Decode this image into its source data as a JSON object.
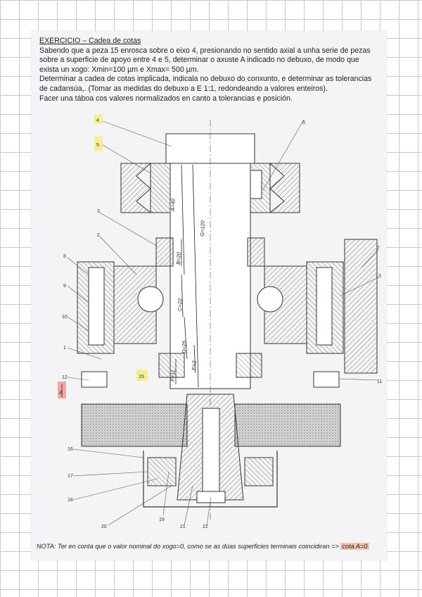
{
  "header": {
    "title": "EXERCICIO – Cadea de cotas",
    "lines": [
      "Sabendo que a peza 15 enrosca sobre o eixo 4, presionando no sentido axial a unha serie de pezas",
      "sobre a superficie de apoyo entre 4 e 5, determinar o axuste A indicado no debuxo, de modo que",
      "exista un xogo: Xmin=100 µm e Xmax= 500 µm.",
      "Determinar a cadea de cotas implicada, indicala no debuxo do conxunto, e determinar as tolerancias",
      "de cadansúa,. (Tomar as medidas do debuxo a E 1:1, redondeando a valores enteiros).",
      "Facer una táboa cos valores normalizados en canto a tolerancias e posición."
    ]
  },
  "drawing": {
    "part_labels": [
      "4",
      "5",
      "6",
      "3",
      "2",
      "8",
      "9",
      "10",
      "1",
      "12",
      "15",
      "16",
      "17",
      "18",
      "20",
      "19",
      "21",
      "22",
      "7",
      "13",
      "11"
    ],
    "highlighted_labels": [
      "4",
      "5",
      "15"
    ],
    "dimension_labels": [
      "A=40",
      "G=120",
      "B=20",
      "C=22",
      "D=25",
      "E=2",
      "F=11"
    ],
    "axis_label": "A",
    "highlight_colors": {
      "yellow": "#f6ee95",
      "red": "#f2a6a0"
    }
  },
  "footer": {
    "note_prefix": "NOTA: Ter en conta que o valor nominal do xogo=0, como se as dúas superficies terminais coincidiran =>",
    "note_highlight": "cota A=0"
  }
}
